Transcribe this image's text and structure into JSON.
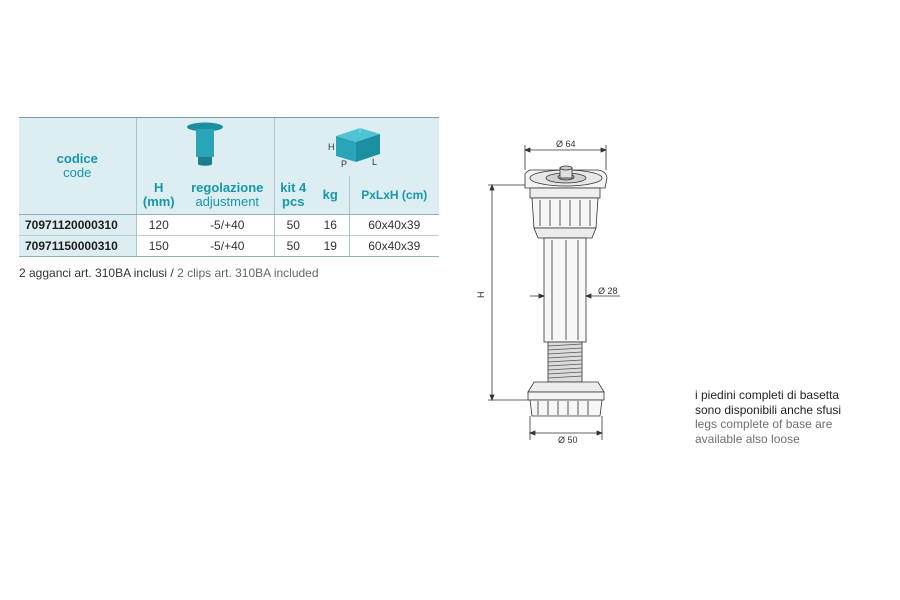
{
  "table": {
    "header": {
      "code_it": "codice",
      "code_en": "code",
      "h_label": "H",
      "h_unit": "(mm)",
      "adj_it": "regolazione",
      "adj_en": "adjustment",
      "kit_label": "kit 4",
      "kit_unit": "pcs",
      "kg_label": "kg",
      "dims_label": "PxLxH (cm)",
      "box_h": "H",
      "box_p": "P",
      "box_l": "L"
    },
    "rows": [
      {
        "code": "70971120000310",
        "h": "120",
        "adjustment": "-5/+40",
        "kit": "50",
        "kg": "16",
        "dims": "60x40x39"
      },
      {
        "code": "70971150000310",
        "h": "150",
        "adjustment": "-5/+40",
        "kit": "50",
        "kg": "19",
        "dims": "60x40x39"
      }
    ]
  },
  "caption": {
    "it": "2 agganci art. 310BA inclusi /",
    "en": " 2 clips art. 310BA included"
  },
  "drawing": {
    "dim_top": "Ø 64",
    "dim_mid": "Ø 28",
    "dim_bottom": "Ø 50",
    "dim_height": "H"
  },
  "note": {
    "it_line1": "i piedini completi di basetta",
    "it_line2": "sono disponibili anche sfusi",
    "en_line1": "legs complete of base are",
    "en_line2": "available also loose"
  },
  "colors": {
    "accent": "#1797aa",
    "header_bg": "#ddeef2"
  }
}
